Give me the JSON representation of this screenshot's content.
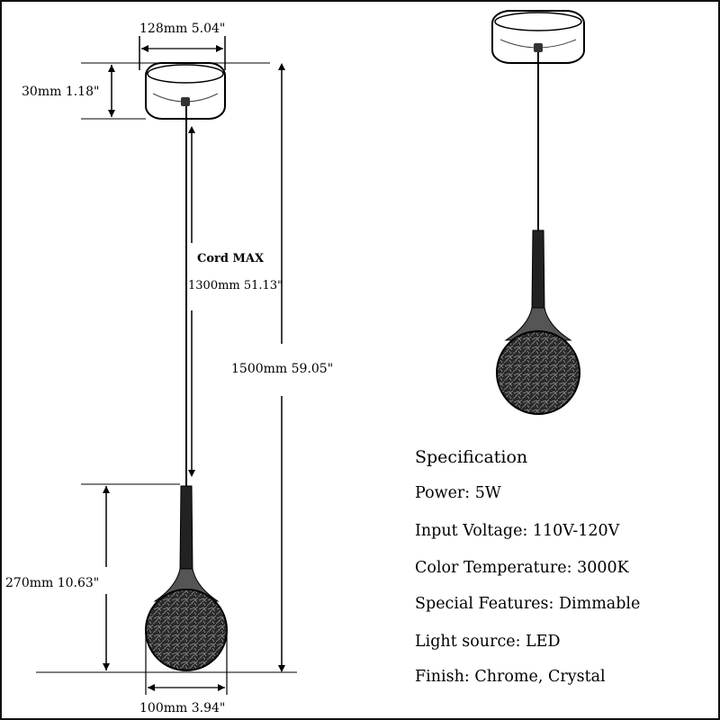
{
  "dimensions": {
    "canopy_width": "128mm 5.04\"",
    "canopy_height": "30mm  1.18\"",
    "cord_label": "Cord MAX",
    "cord_length": "1300mm 51.13\"",
    "total_height": "1500mm 59.05\"",
    "shade_height": "270mm 10.63\"",
    "globe_width": "100mm 3.94\""
  },
  "specification": {
    "title": "Specification",
    "items": [
      "Power: 5W",
      "Input Voltage: 110V-120V",
      "Color Temperature: 3000K",
      "Special Features: Dimmable",
      "Light source: LED",
      "Finish: Chrome, Crystal"
    ]
  }
}
